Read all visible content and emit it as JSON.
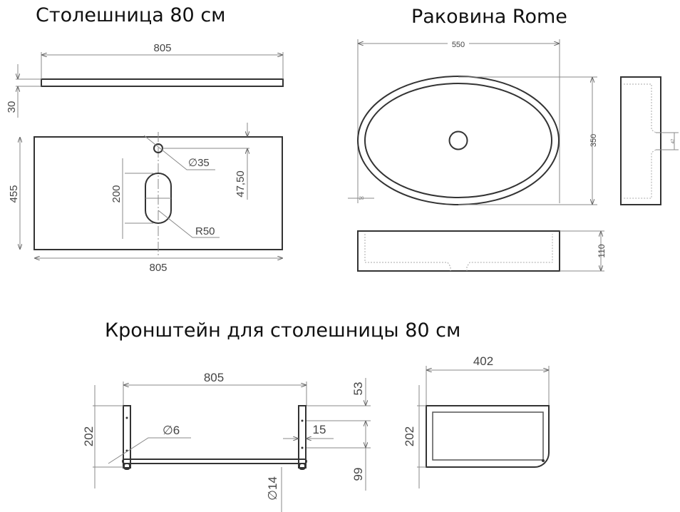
{
  "countertop": {
    "title": "Столешница 80 см",
    "width_top": "805",
    "thickness": "30",
    "depth": "455",
    "width_bottom": "805",
    "hole_diameter": "∅35",
    "hole_offset": "47,50",
    "slot_length": "200",
    "slot_radius": "R50"
  },
  "sink": {
    "title": "Раковина Rome",
    "width": "550",
    "depth": "350",
    "height": "110",
    "rim": "20",
    "drain": "47"
  },
  "bracket": {
    "title": "Кронштейн для столешницы 80 см",
    "width": "805",
    "height_front": "202",
    "hole_diameter": "∅6",
    "post_width": "15",
    "top_offset": "53",
    "bottom_offset": "99",
    "bar_diameter": "∅14",
    "side_depth": "402",
    "height_side": "202"
  }
}
